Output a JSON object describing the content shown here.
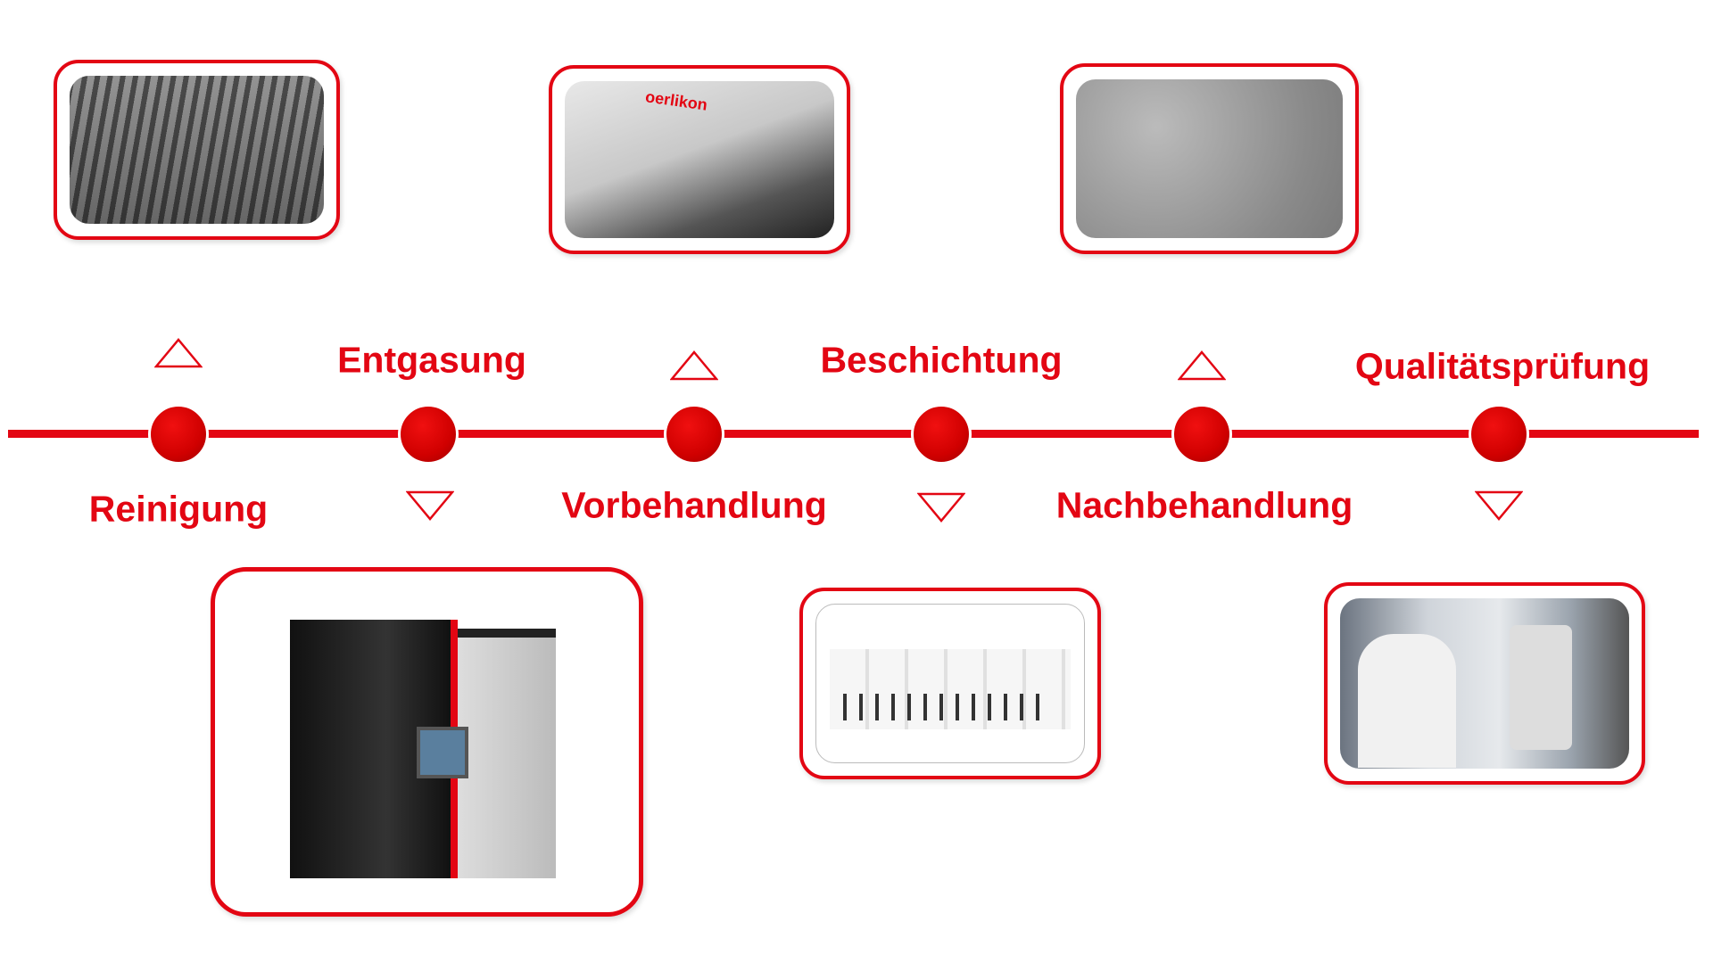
{
  "steps": [
    {
      "label": "Reinigung",
      "position": "below",
      "marker": "up"
    },
    {
      "label": "Entgasung",
      "position": "above",
      "marker": "down"
    },
    {
      "label": "Vorbehandlung",
      "position": "below",
      "marker": "up"
    },
    {
      "label": "Beschichtung",
      "position": "above",
      "marker": "down"
    },
    {
      "label": "Nachbehandlung",
      "position": "below",
      "marker": "up"
    },
    {
      "label": "Qualitätsprüfung",
      "position": "above",
      "marker": "down"
    }
  ],
  "images": {
    "cleaning": "cleaning-rack-photo",
    "pretreatment": "oerlikon-tool-handling-photo",
    "coating_surface": "coated-surface-photo",
    "coating_machine": "coating-system-photo",
    "brochures": "brochures-photo",
    "quality_check": "microscope-inspection-photo"
  },
  "logo_text": "oerlikon",
  "accent_color": "#e30613"
}
